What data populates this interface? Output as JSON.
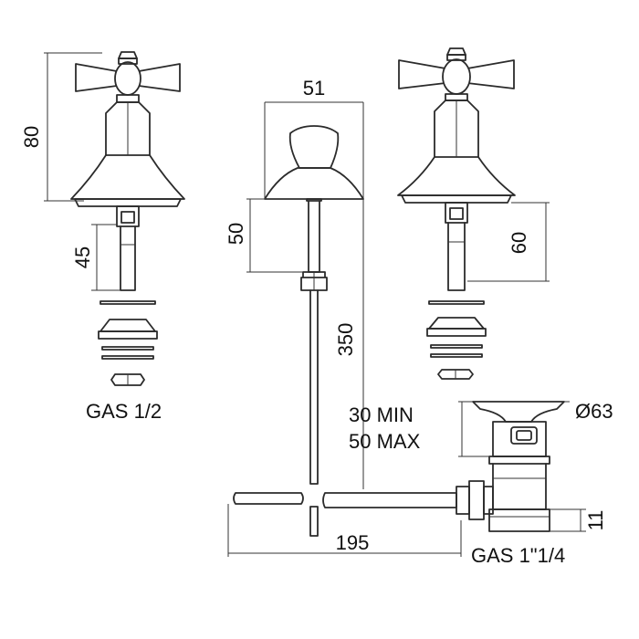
{
  "dimensions": {
    "left_height": "80",
    "left_shank": "45",
    "spout_width": "51",
    "spout_height": "50",
    "rod_length": "350",
    "right_height": "60",
    "drain_diameter": "Ø63",
    "drain_min": "30 MIN",
    "drain_max": "50 MAX",
    "lever_length": "195",
    "drain_nut": "11"
  },
  "threads": {
    "valve": "GAS 1/2",
    "waste": "GAS 1\"1/4"
  }
}
